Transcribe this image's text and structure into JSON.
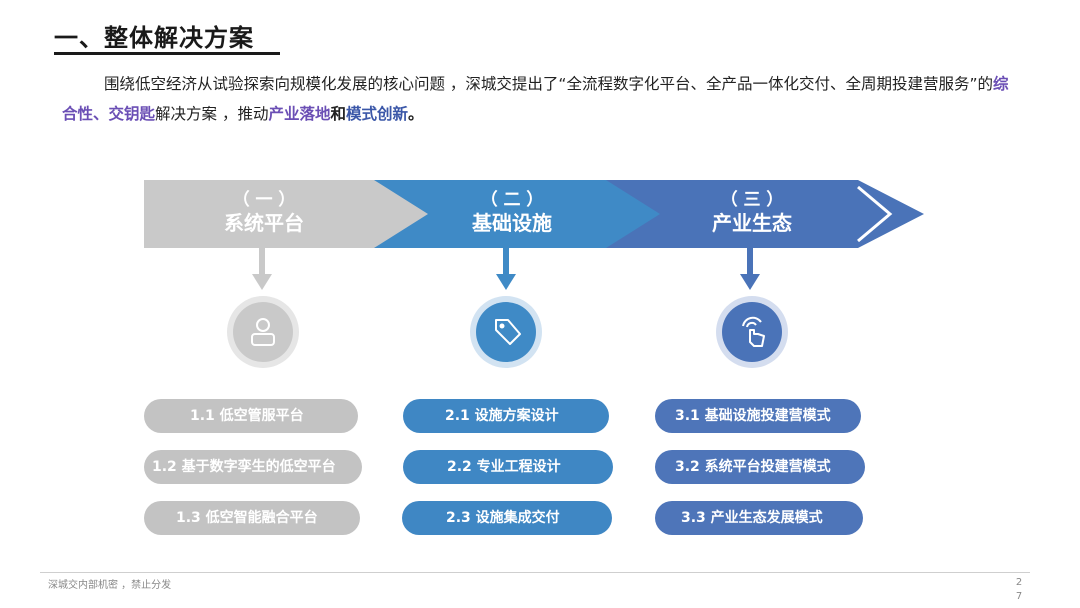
{
  "title": "一、整体解决方案",
  "intro": {
    "p1": "围绕低空经济从试验探索向规模化发展的核心问题 ，深城交提出了“全流程数字化平台、全产品一体化交付、全周期投建营服务”的",
    "h1": "综合性、交钥匙",
    "p2": "解决方案 ，推动",
    "h2": "产业落地",
    "p3": "和",
    "h3": "模式创新",
    "p4": "。"
  },
  "phases": [
    {
      "num": "（ 一 ）",
      "name": "系统平台",
      "color": "#c9c9c9",
      "icon": "user-icon"
    },
    {
      "num": "（ 二 ）",
      "name": "基础设施",
      "color": "#3f8ac6",
      "icon": "tag-icon"
    },
    {
      "num": "（ 三 ）",
      "name": "产业生态",
      "color": "#4a73b8",
      "icon": "touch-icon"
    }
  ],
  "items": {
    "platform": [
      "1.1  低空管服平台",
      "1.2  基于数字孪生的低空平台",
      "1.3  低空智能融合平台"
    ],
    "infra": [
      "2.1  设施方案设计",
      "2.2  专业工程设计",
      "2.3  设施集成交付"
    ],
    "ecology": [
      "3.1  基础设施投建营模式",
      "3.2  系统平台投建营模式",
      "3.3  产业生态发展模式"
    ]
  },
  "footer": {
    "confidential": "深城交内部机密 ，禁止分发",
    "page": "27"
  }
}
